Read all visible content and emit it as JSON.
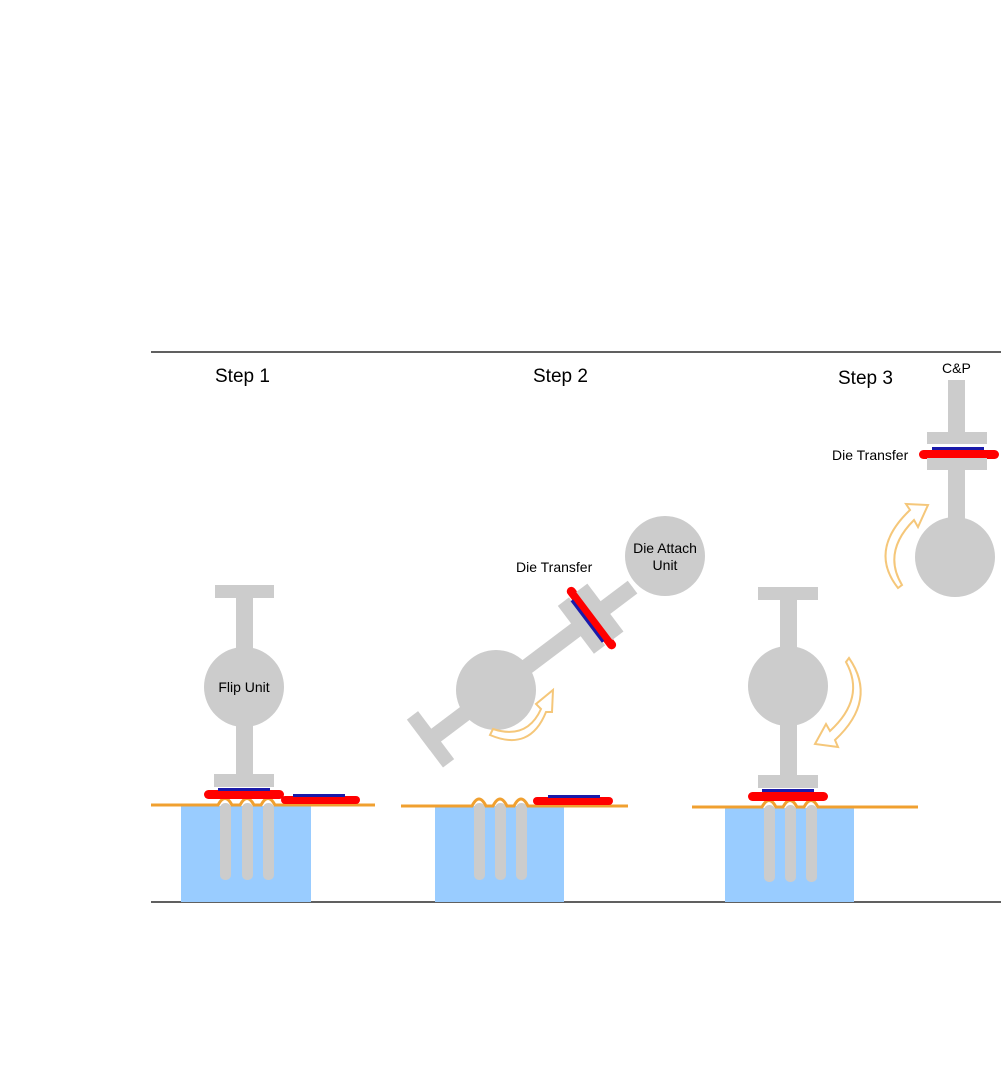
{
  "steps": [
    {
      "title": "Step 1",
      "unit_label": "Flip Unit"
    },
    {
      "title": "Step 2",
      "transfer_label": "Die Transfer",
      "unit_label_line1": "Die Attach",
      "unit_label_line2": "Unit"
    },
    {
      "title": "Step 3",
      "top_label": "C&P",
      "transfer_label": "Die Transfer"
    }
  ],
  "colors": {
    "tool": "#cccccc",
    "die": "#ff0000",
    "die_top": "#1a1aaa",
    "tape": "#f0a030",
    "ejector_block": "#99ccff",
    "rotation_arrow": "#f5c77a",
    "frame_line": "#000000"
  },
  "icons": {
    "rotation_arrow": "rotation-arrow-icon"
  }
}
